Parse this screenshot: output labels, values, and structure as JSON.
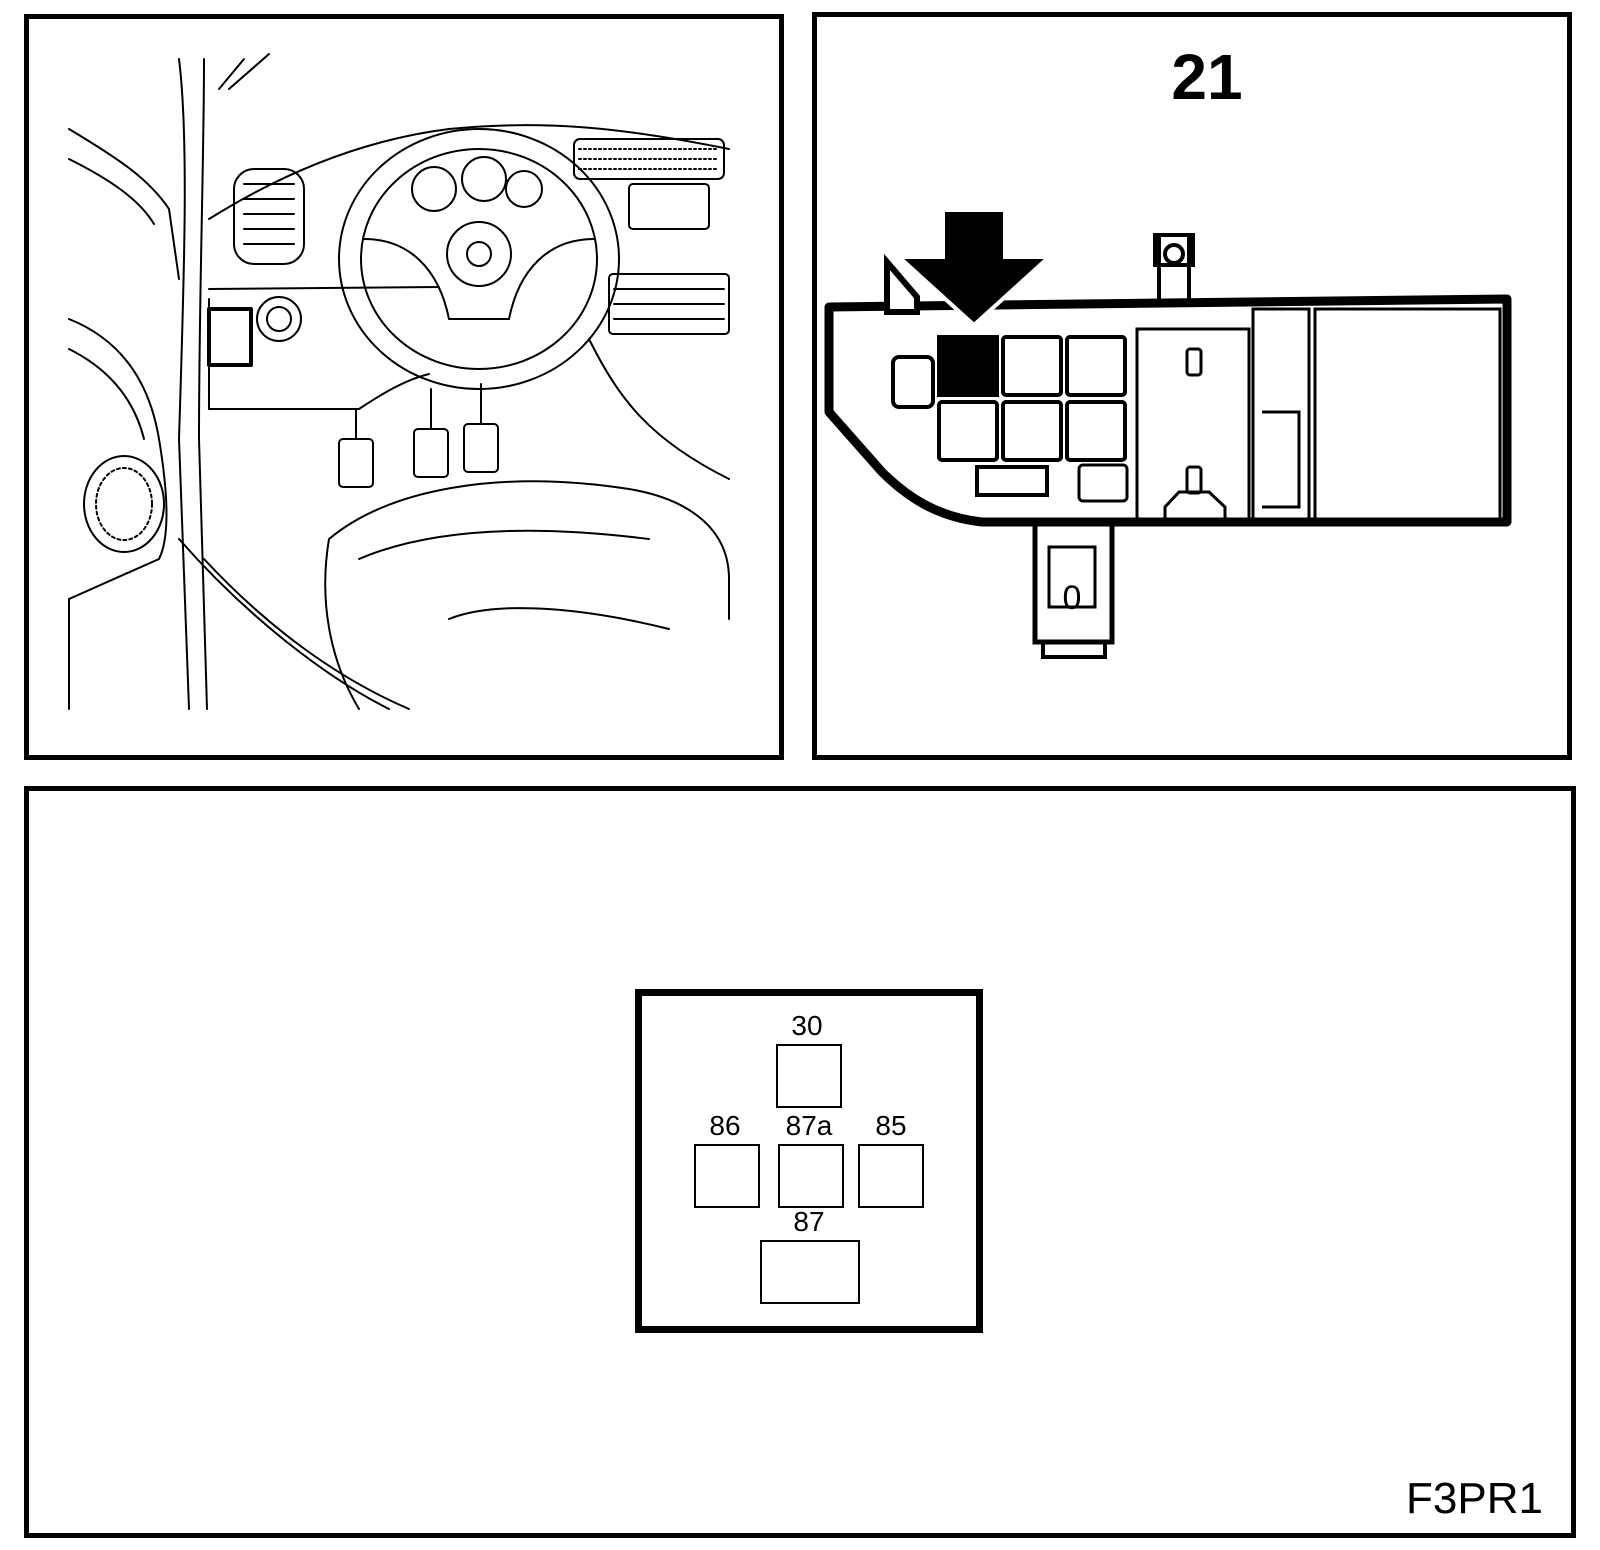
{
  "fuse_panel": {
    "number": "21"
  },
  "relay": {
    "pins": [
      {
        "id": "pin-30",
        "label": "30"
      },
      {
        "id": "pin-86",
        "label": "86"
      },
      {
        "id": "pin-87a",
        "label": "87a"
      },
      {
        "id": "pin-85",
        "label": "85"
      },
      {
        "id": "pin-87",
        "label": "87"
      }
    ]
  },
  "diagram_code": "F3PR1"
}
